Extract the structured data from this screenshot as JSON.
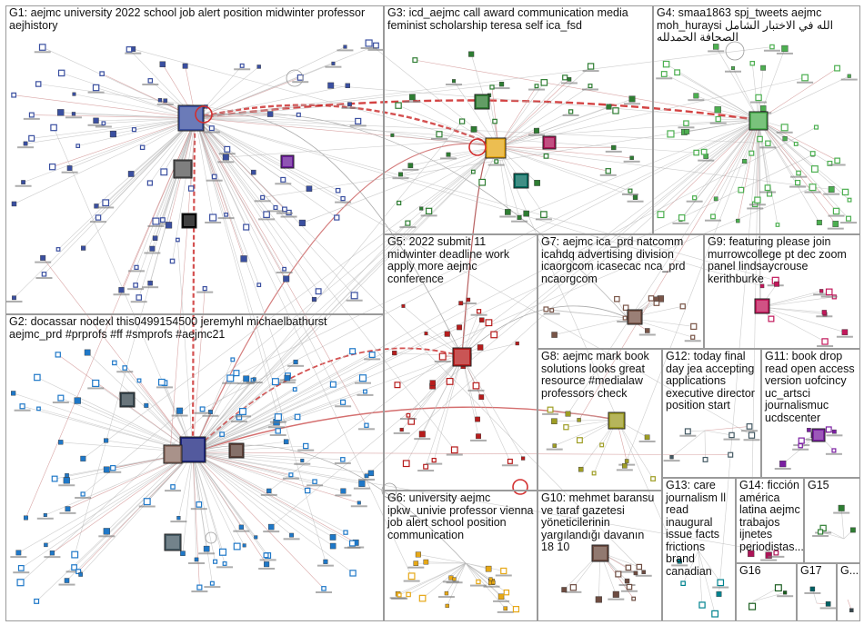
{
  "groups": [
    {
      "id": "G1",
      "label": "G1: aejmc university 2022 school job alert position midwinter professor aejhistory",
      "color": "#3a4fa0"
    },
    {
      "id": "G2",
      "label": "G2: docassar nodexl this0499154500 jeremyhl michaelbathurst aejmc_prd #prprofs #ff #smprofs #aejmc21",
      "color": "#1f78c8"
    },
    {
      "id": "G3",
      "label": "G3: icd_aejmc call award communication media feminist scholarship teresa self ica_fsd",
      "color": "#2e7d32"
    },
    {
      "id": "G4",
      "label": "G4: smaa1863 spj_tweets aejmc moh_huraysi الله في الاختبار الشامل الصحافة الحمدلله",
      "color": "#4caf50"
    },
    {
      "id": "G5",
      "label": "G5: 2022 submit 11 midwinter deadline work apply more aejmc conference",
      "color": "#b71c1c"
    },
    {
      "id": "G6",
      "label": "G6: university aejmc ipkw_univie professor vienna job alert school position communication",
      "color": "#e6a817"
    },
    {
      "id": "G7",
      "label": "G7: aejmc ica_prd natcomm icahdq advertising division icaorgcom icasecac nca_prd ncaorgcom",
      "color": "#795548"
    },
    {
      "id": "G8",
      "label": "G8: aejmc mark book solutions looks great resource #medialaw professors check",
      "color": "#9e9d24"
    },
    {
      "id": "G9",
      "label": "G9: featuring please join murrowcollege pt dec zoom panel lindsaycrouse kerithburke",
      "color": "#c2185b"
    },
    {
      "id": "G10",
      "label": "G10: mehmet baransu ve taraf gazetesi yöneticilerinin yargılandığı davanın 18 10",
      "color": "#6d4c41"
    },
    {
      "id": "G11",
      "label": "G11: book drop read open access version uofcincy uc_artsci journalismuc ucdscenter",
      "color": "#7b1fa2"
    },
    {
      "id": "G12",
      "label": "G12: today final day jea accepting applications executive director position start",
      "color": "#455a64"
    },
    {
      "id": "G13",
      "label": "G13: care journalism ll read inaugural issue facts frictions brand canadian",
      "color": "#00838f"
    },
    {
      "id": "G14",
      "label": "G14: ficción américa latina aejmc trabajos ijnetes periodistas...",
      "color": "#ad1457"
    },
    {
      "id": "G15",
      "label": "G15",
      "color": "#2e7d32"
    },
    {
      "id": "G16",
      "label": "G16",
      "color": "#1b5e20"
    },
    {
      "id": "G17",
      "label": "G17",
      "color": "#006064"
    },
    {
      "id": "G18",
      "label": "G...",
      "color": "#37474f"
    }
  ]
}
